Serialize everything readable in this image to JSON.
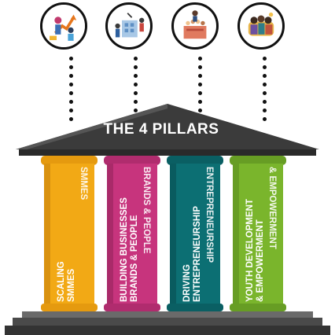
{
  "title": "THE 4 PILLARS",
  "pillars": [
    {
      "line1": "SCALING",
      "line2": "SMMES",
      "color": "#f2a915",
      "orientation": "up"
    },
    {
      "line1": "BUILDING BUSINESSES",
      "line2": "BRANDS & PEOPLE",
      "color": "#c7347d",
      "orientation": "up"
    },
    {
      "line1": "DRIVING",
      "line2": "ENTREPRENEURSHIP",
      "color": "#0c6f73",
      "orientation": "up"
    },
    {
      "line1": "YOUTH DEVELOPMENT",
      "line2": "& EMPOWERMENT",
      "color": "#7ab52c",
      "orientation": "up"
    }
  ],
  "mirrored_texts": [
    "SMMES",
    "BRANDS & PEOPLE",
    "ENTREPRENEURSHIP",
    "& EMPOWERMENT"
  ],
  "icons": [
    "growth-team-icon",
    "office-team-icon",
    "support-hands-icon",
    "youth-group-icon"
  ],
  "colors": {
    "roof": "#3a3a3a",
    "base": "#555555",
    "dots": "#111111"
  }
}
